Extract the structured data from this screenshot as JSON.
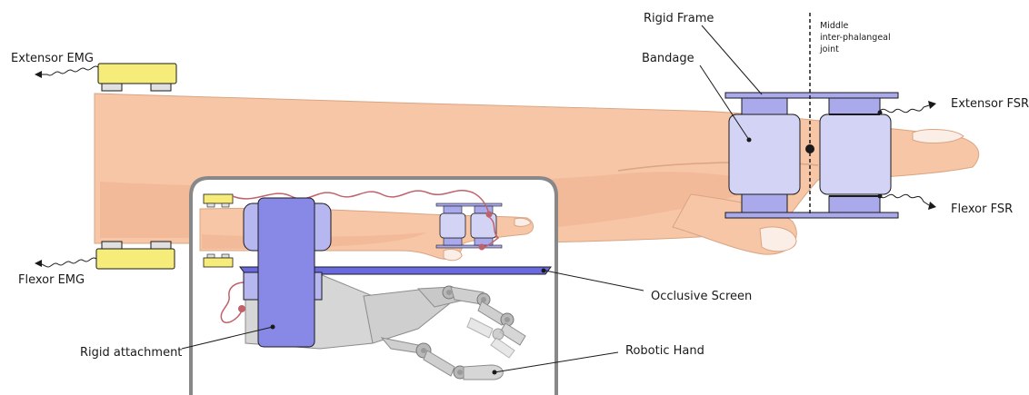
{
  "labels": {
    "extensor_emg": "Extensor EMG",
    "flexor_emg": "Flexor EMG",
    "rigid_frame": "Rigid Frame",
    "bandage": "Bandage",
    "middle_joint_line1": "Middle",
    "middle_joint_line2": "inter-phalangeal",
    "middle_joint_line3": "joint",
    "extensor_fsr": "Extensor FSR",
    "flexor_fsr": "Flexor FSR",
    "occlusive_screen": "Occlusive Screen",
    "rigid_attachment": "Rigid attachment",
    "robotic_hand": "Robotic Hand"
  },
  "colors": {
    "skin": "#f7c6a6",
    "skin_shadow": "#eeb08c",
    "emg_sensor": "#f6ec7a",
    "fsr_frame": "#a9a9ec",
    "bandage": "#d3d3f6",
    "attachment": "#8888e6",
    "screen": "#6a6ae0",
    "robot": "#cfcfcf",
    "wire": "#c0626a",
    "inset_border": "#888888"
  }
}
